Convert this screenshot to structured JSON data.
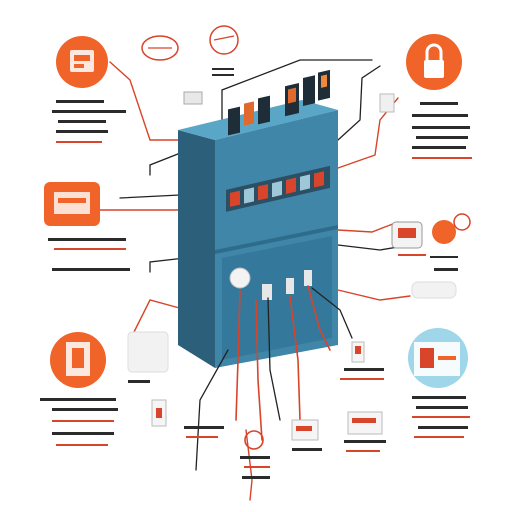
{
  "diagram": {
    "title": "",
    "colors": {
      "cabinet_front": "#3f86a8",
      "cabinet_side": "#2b5f7a",
      "cabinet_top": "#5aa6c6",
      "accent_orange": "#f0642a",
      "accent_red": "#d93b22",
      "wire_black": "#222222",
      "wire_red": "#d8442a",
      "caption_dark": "#2b2b2b",
      "caption_red": "#d9452b",
      "badge_blue": "#9fd6ea"
    },
    "callouts": [
      {
        "id": "top-left",
        "icon": "panel-device-icon"
      },
      {
        "id": "mid-left",
        "icon": "breaker-box-icon"
      },
      {
        "id": "bottom-left",
        "icon": "cable-clamp-icon"
      },
      {
        "id": "top-right",
        "icon": "padlock-icon"
      },
      {
        "id": "mid-right",
        "icon": "meter-icon"
      },
      {
        "id": "bottom-right",
        "icon": "switch-unit-icon"
      }
    ]
  }
}
